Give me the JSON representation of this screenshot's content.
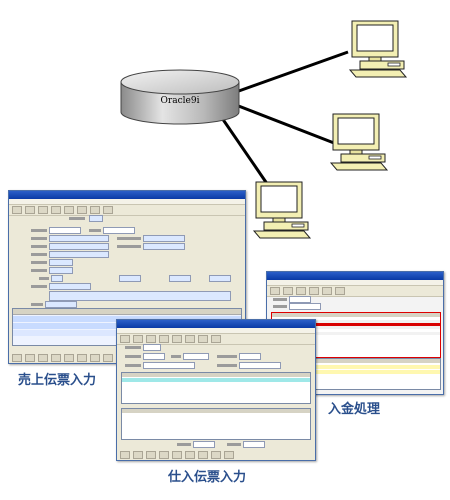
{
  "database": {
    "label": "Oracle9i"
  },
  "captions": {
    "sales_entry": "売上伝票入力",
    "payment": "入金処理",
    "purchase_entry": "仕入伝票入力"
  }
}
